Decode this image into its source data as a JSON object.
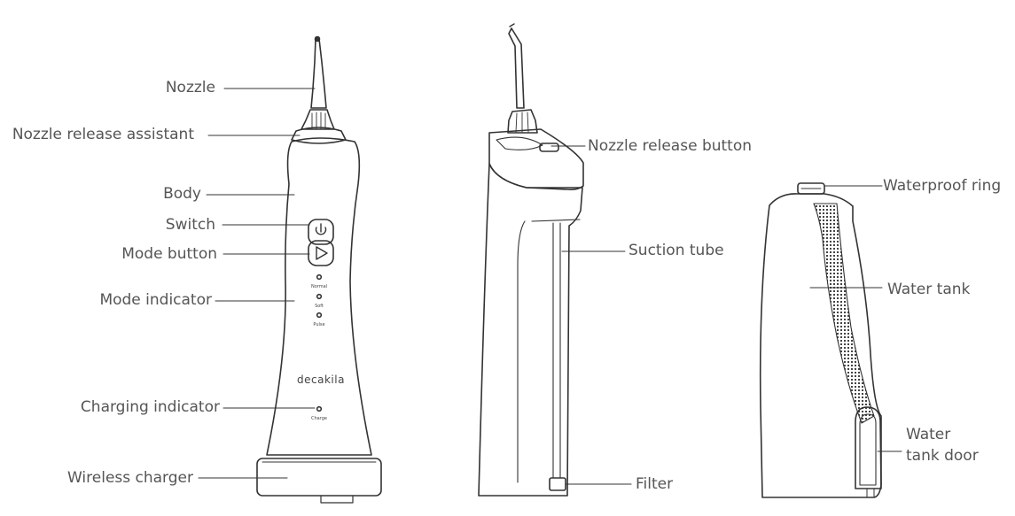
{
  "callouts": {
    "nozzle": "Nozzle",
    "nozzle_release_assistant": "Nozzle release assistant",
    "body": "Body",
    "switch": "Switch",
    "mode_button": "Mode button",
    "mode_indicator": "Mode indicator",
    "charging_indicator": "Charging indicator",
    "wireless_charger": "Wireless charger",
    "nozzle_release_button": "Nozzle release button",
    "suction_tube": "Suction tube",
    "filter": "Filter",
    "waterproof_ring": "Waterproof ring",
    "water_tank": "Water tank",
    "water_tank_door_line1": "Water",
    "water_tank_door_line2": "tank door"
  },
  "device_print": {
    "brand": "decakila",
    "mode_normal": "Normal",
    "mode_soft": "Soft",
    "mode_pulse": "Pulse",
    "charge": "Charge"
  }
}
